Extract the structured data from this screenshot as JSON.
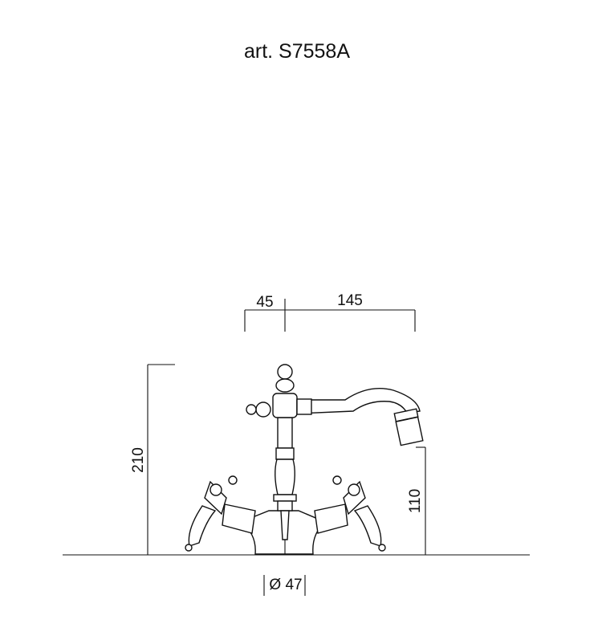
{
  "title": "art. S7558A",
  "dimensions": {
    "offset_left": "45",
    "spout_reach": "145",
    "total_height": "210",
    "spout_height": "110",
    "base_diameter": "Ø 47"
  },
  "colors": {
    "line": "#111111",
    "background": "#ffffff"
  }
}
